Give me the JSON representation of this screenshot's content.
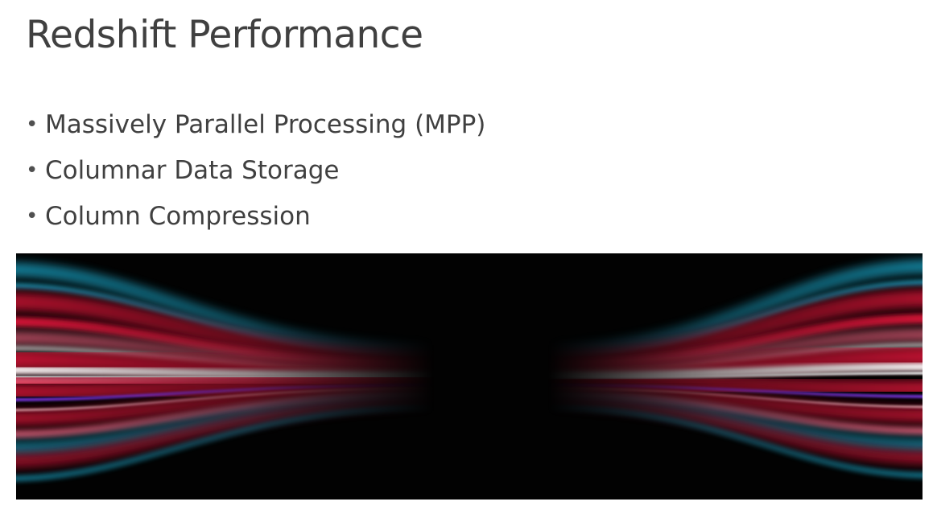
{
  "slide": {
    "title": "Redshift Performance",
    "bullets": [
      "Massively Parallel Processing (MPP)",
      "Columnar Data Storage",
      "Column Compression"
    ],
    "bullet_glyph": "•"
  },
  "banner": {
    "image": "light-streaks-image",
    "background_color": "#020202",
    "streak_colors": [
      "#e3123a",
      "#ff6a88",
      "#1aa6c8",
      "#8a3cff",
      "#ffffff"
    ]
  }
}
